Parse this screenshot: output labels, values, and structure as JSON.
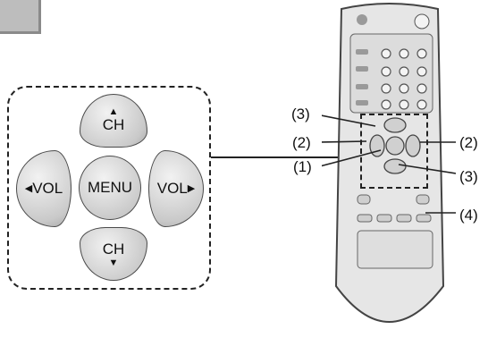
{
  "keypad": {
    "ch_up": {
      "label": "CH",
      "arrow": "▲"
    },
    "ch_down": {
      "label": "CH",
      "arrow": "▼"
    },
    "vol_left": {
      "label": "VOL",
      "arrow": "◀"
    },
    "vol_right": {
      "label": "VOL",
      "arrow": "▶"
    },
    "menu": {
      "label": "MENU"
    }
  },
  "callouts": {
    "left_top": "(3)",
    "left_mid": "(2)",
    "left_bottom": "(1)",
    "right_top": "(2)",
    "right_mid": "(3)",
    "right_bottom": "(4)"
  },
  "colors": {
    "key_fill": "#d4d4d4",
    "remote_body": "#e6e6e6",
    "outline": "#222222",
    "corner_tab": "#bdbdbd"
  },
  "icons": [
    "up-arrow-icon",
    "down-arrow-icon",
    "left-arrow-icon",
    "right-arrow-icon"
  ]
}
